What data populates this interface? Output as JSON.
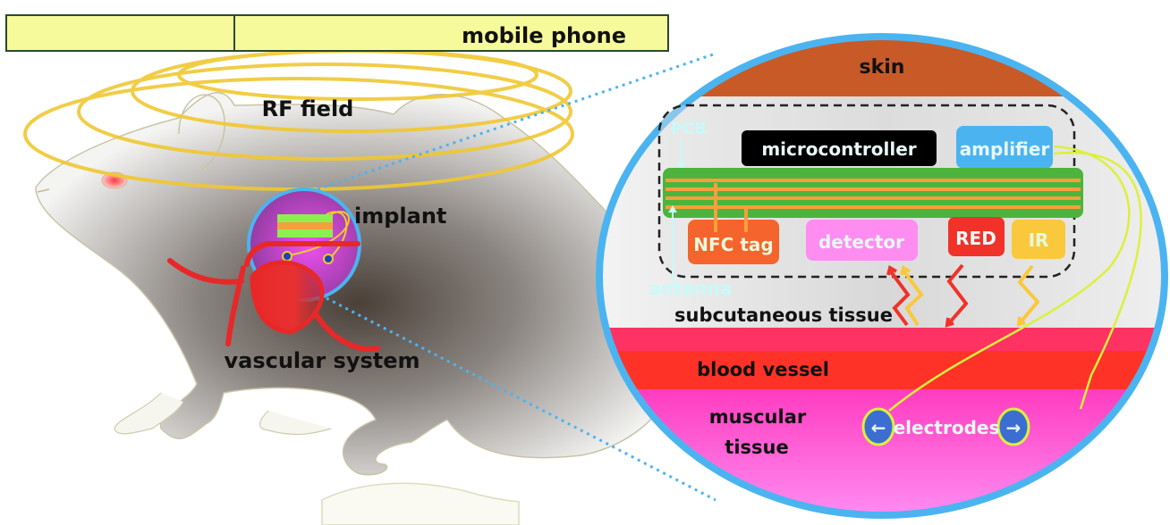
{
  "title_bar": {
    "left_segment": "",
    "right_segment": "mobile phone"
  },
  "overview": {
    "rf_field_label": "RF field",
    "implant_label": "implant",
    "vascular_label": "vascular system"
  },
  "detail": {
    "skin_label": "skin",
    "pcb_label": "PCB",
    "antenna_label": "antenna",
    "microcontroller_label": "microcontroller",
    "amplifier_label": "amplifier",
    "nfc_tag_label": "NFC tag",
    "detector_label": "detector",
    "red_led_label": "RED",
    "ir_led_label": "IR",
    "subcutaneous_label": "subcutaneous tissue",
    "blood_vessel_label": "blood vessel",
    "muscular_label_line1": "muscular",
    "muscular_label_line2": "tissue",
    "electrodes_label": "electrodes",
    "electrode_left_glyph": "←",
    "electrode_right_glyph": "→"
  },
  "colors": {
    "title_fill": "#f7fa9a",
    "rf_ring": "#f0c832",
    "zoom_ring": "#4bb4f0",
    "skin": "#c85a28",
    "pcb": "#4cb43c",
    "trace": "#f5a03c",
    "microcontroller": "#000000",
    "amplifier": "#4bb4f0",
    "nfc": "#f5642d",
    "detector": "#ff8cf0",
    "red_led": "#f03228",
    "ir_led": "#fac83c",
    "upper_tissue": "#ff3264",
    "blood": "#ff3228",
    "muscle": "#ff46c8",
    "electrode": "#3c6ed2",
    "wire": "#dcf03c"
  }
}
